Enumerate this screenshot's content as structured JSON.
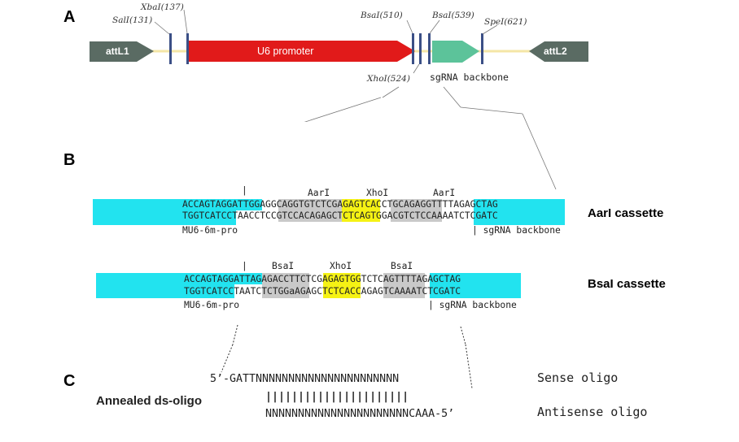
{
  "panels": {
    "a": "A",
    "b": "B",
    "c": "C"
  },
  "vector": {
    "features": {
      "attL1": "attL1",
      "u6": "U6 promoter",
      "backbone_label": "sgRNA backbone",
      "attL2": "attL2"
    },
    "sites": {
      "sal": "SalI(131)",
      "xba": "XbaI(137)",
      "bsa1": "BsaI(510)",
      "bsa2": "BsaI(539)",
      "xho": "XhoI(524)",
      "spe": "SpeI(621)"
    },
    "colors": {
      "att": "#5a6b63",
      "u6": "#e11a1a",
      "backbone": "#5cc39a",
      "site_bar": "#3b4f86",
      "line": "#f4e6a6"
    }
  },
  "aari": {
    "tick": "|",
    "enzymes": [
      "AarI",
      "XhoI",
      "AarI"
    ],
    "top": "ACCAGTAGGATTGGAGGCAGGTGTCTCGAGAGTCACCTGCAGAGGTTTTAGAGCTAG",
    "bottom": "TGGTCATCCTAACCTCCGTCCACAGAGCTCTCAGTGGACGTCTCCAAAATCTCGATC",
    "left_label": "MU6-6m-pro",
    "right_label": "| sgRNA backbone",
    "title": "AarI cassette"
  },
  "bsai": {
    "tick": "|",
    "enzymes": [
      "BsaI",
      "XhoI",
      "BsaI"
    ],
    "top": "ACCAGTAGGATTAGAGACCTTCTCGAGAGTGGTCTCAGTTTTAGAGCTAG",
    "bottom": "TGGTCATCCTAATCTCTGGaAGAGCTCTCACCAGAGTCAAAATCTCGATC",
    "left_label": "MU6-6m-pro",
    "right_label": "| sgRNA backbone",
    "title": "BsaI cassette"
  },
  "oligo": {
    "sense": "5’-GATTNNNNNNNNNNNNNNNNNNNNNN",
    "bars": "||||||||||||||||||||||",
    "antisense": "NNNNNNNNNNNNNNNNNNNNNNCAAA-5’",
    "annealed_label": "Annealed ds-oligo",
    "sense_label": "Sense oligo",
    "antisense_label": "Antisense oligo"
  },
  "highlight_colors": {
    "cyan": "#22e3ef",
    "gray": "#c9c9c9",
    "yellow": "#f5f214"
  }
}
